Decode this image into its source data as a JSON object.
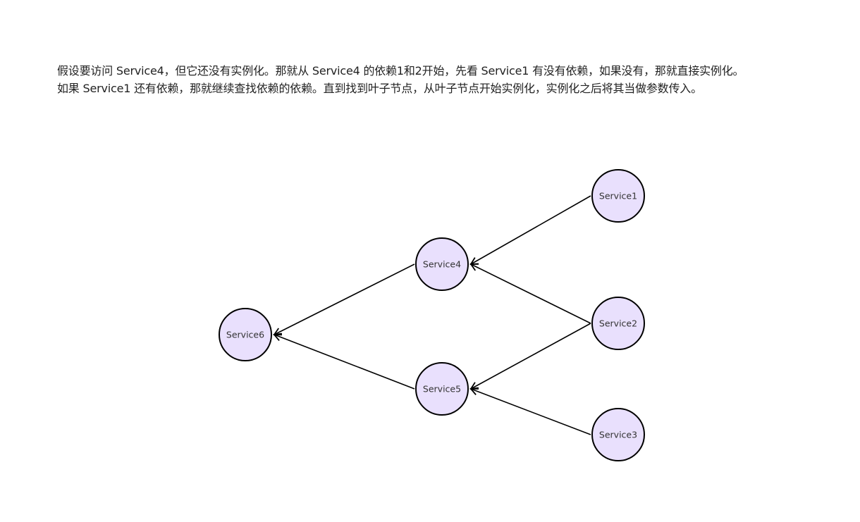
{
  "description": {
    "line1": "假设要访问 Service4，但它还没有实例化。那就从 Service4 的依赖1和2开始，先看 Service1 有没有依赖，如果没有，那就直接实例化。",
    "line2": "如果 Service1 还有依赖，那就继续查找依赖的依赖。直到找到叶子节点，从叶子节点开始实例化，实例化之后将其当做参数传入。"
  },
  "diagram": {
    "node_fill": "#e9e0fd",
    "node_stroke": "#000000",
    "nodes": [
      {
        "id": "s1",
        "label": "Service1"
      },
      {
        "id": "s2",
        "label": "Service2"
      },
      {
        "id": "s3",
        "label": "Service3"
      },
      {
        "id": "s4",
        "label": "Service4"
      },
      {
        "id": "s5",
        "label": "Service5"
      },
      {
        "id": "s6",
        "label": "Service6"
      }
    ],
    "edges": [
      {
        "from": "s1",
        "to": "s4"
      },
      {
        "from": "s2",
        "to": "s4"
      },
      {
        "from": "s2",
        "to": "s5"
      },
      {
        "from": "s3",
        "to": "s5"
      },
      {
        "from": "s4",
        "to": "s6"
      },
      {
        "from": "s5",
        "to": "s6"
      }
    ]
  }
}
